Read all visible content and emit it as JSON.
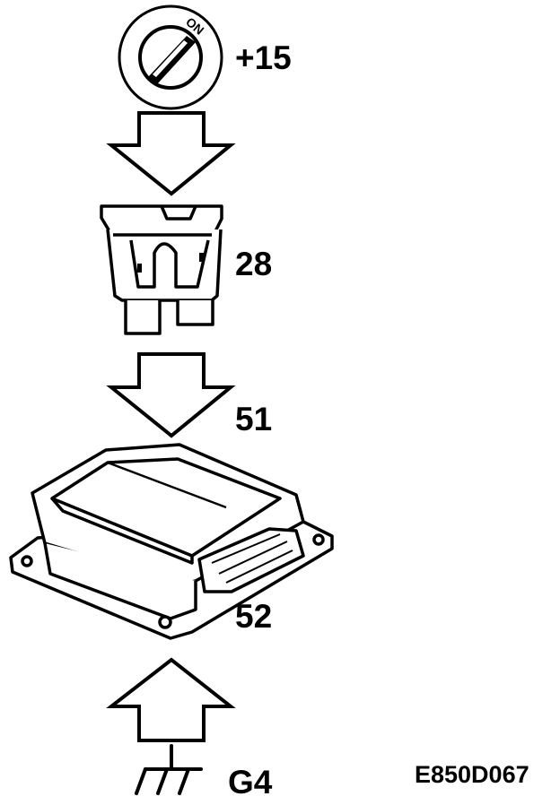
{
  "labels": {
    "ignition": "+15",
    "ignition_switch_text": "ON",
    "fuse": "28",
    "wire": "51",
    "module": "52",
    "ground": "G4",
    "figure_code": "E850D067"
  },
  "colors": {
    "ink": "#000000",
    "paper": "#ffffff"
  },
  "icons": {
    "ignition": "ignition-switch-icon",
    "fuse": "blade-fuse-icon",
    "module": "control-module-icon",
    "ground": "ground-symbol-icon",
    "arrow": "down-arrow-icon"
  }
}
